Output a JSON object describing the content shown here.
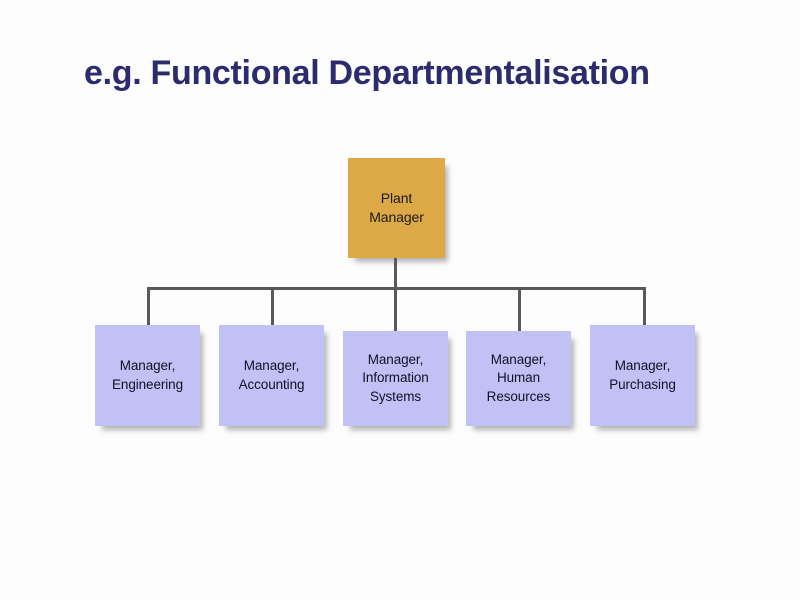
{
  "slide": {
    "title": "e.g. Functional Departmentalisation",
    "background_color": "#fdfdfd",
    "title_color": "#2b2b6e"
  },
  "chart_data": {
    "type": "org-chart",
    "title": "e.g. Functional Departmentalisation",
    "orientation": "top-down",
    "levels": 2,
    "connector_color": "#595959",
    "root": {
      "id": "plant-manager",
      "label": "Plant\nManager",
      "fill": "#dda946",
      "text_color": "#1a1a1a"
    },
    "children": [
      {
        "id": "manager-engineering",
        "label": "Manager,\nEngineering",
        "fill": "#c1c1f5",
        "text_color": "#111127"
      },
      {
        "id": "manager-accounting",
        "label": "Manager,\nAccounting",
        "fill": "#c1c1f5",
        "text_color": "#111127"
      },
      {
        "id": "manager-information-systems",
        "label": "Manager,\nInformation\nSystems",
        "fill": "#c1c1f5",
        "text_color": "#111127"
      },
      {
        "id": "manager-human-resources",
        "label": "Manager,\nHuman\nResources",
        "fill": "#c1c1f5",
        "text_color": "#111127"
      },
      {
        "id": "manager-purchasing",
        "label": "Manager,\nPurchasing",
        "fill": "#c1c1f5",
        "text_color": "#111127"
      }
    ]
  }
}
